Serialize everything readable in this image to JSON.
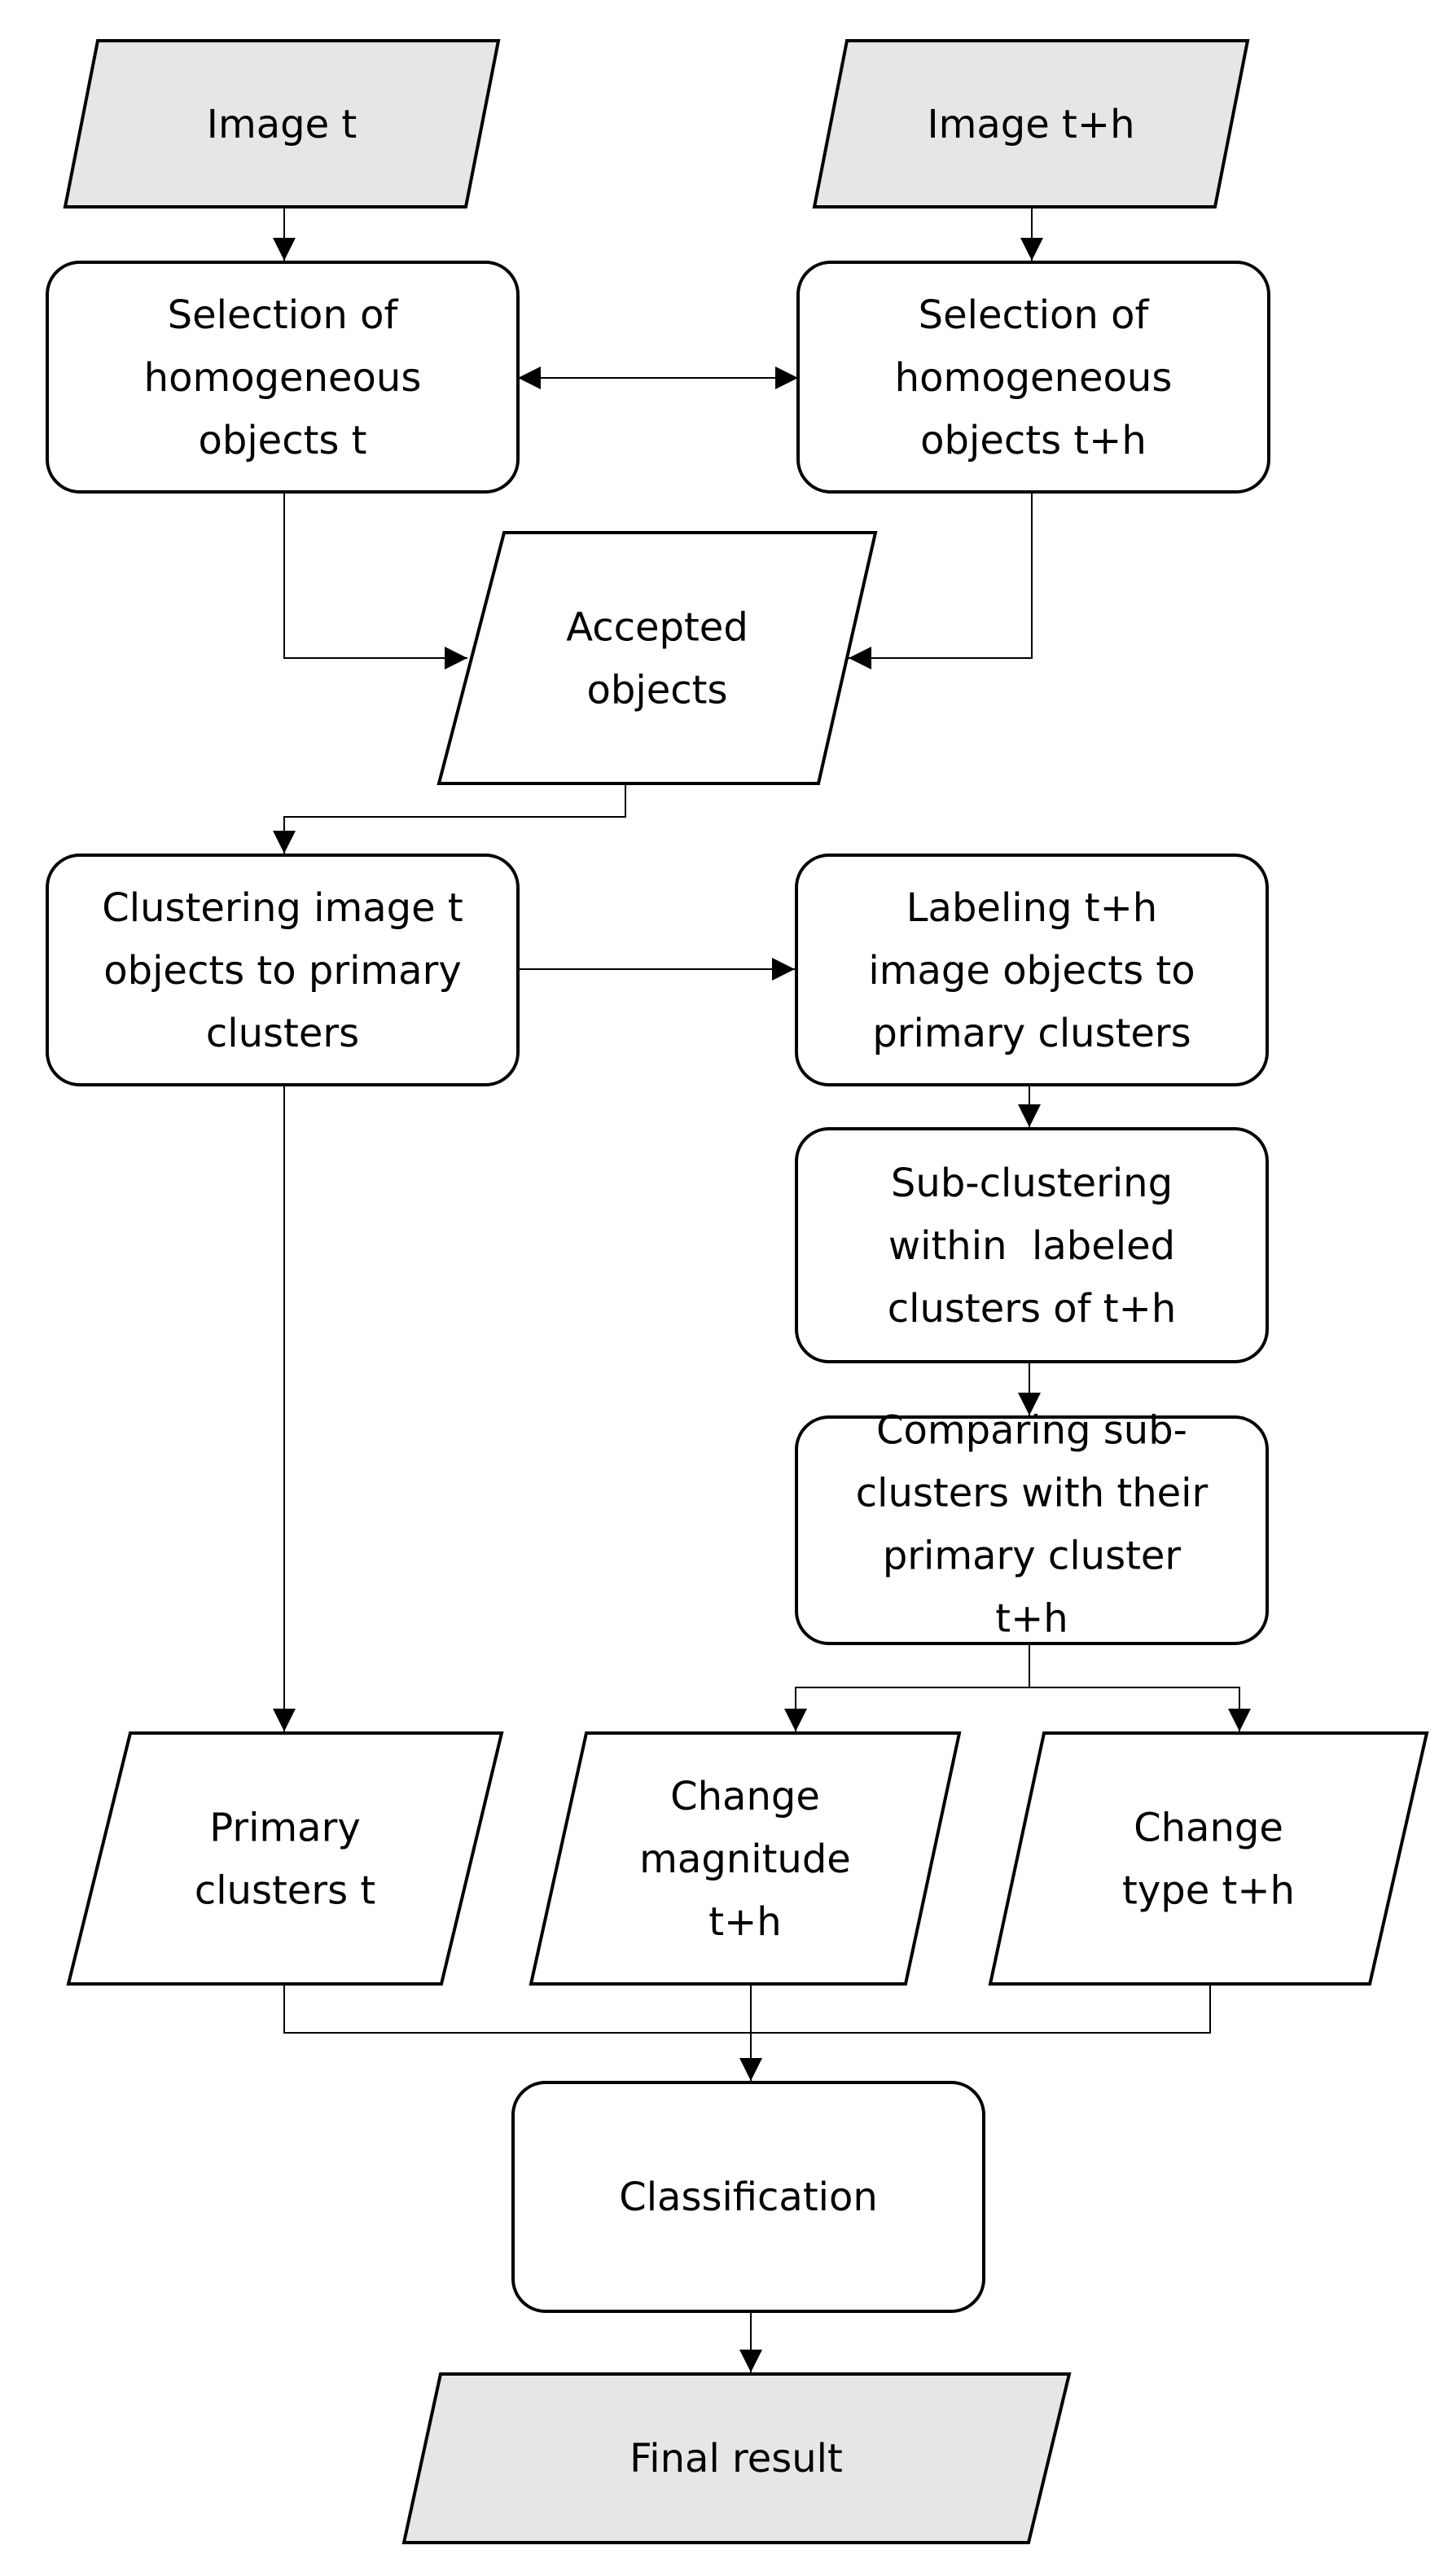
{
  "colors": {
    "terminal_fill": "#e6e6e6",
    "io_fill": "#ffffff",
    "process_fill": "#ffffff",
    "stroke": "#000000"
  },
  "nodes": {
    "image_t": [
      "Image t"
    ],
    "image_th": [
      "Image t+h"
    ],
    "sel_t": [
      "Selection of",
      "homogeneous",
      "objects t"
    ],
    "sel_th": [
      "Selection of",
      "homogeneous",
      "objects t+h"
    ],
    "accepted": [
      "Accepted",
      "objects"
    ],
    "cluster_t": [
      "Clustering image t",
      "objects to primary",
      "clusters"
    ],
    "label_th": [
      "Labeling t+h",
      "image objects to",
      "primary clusters"
    ],
    "subcluster": [
      "Sub-clustering",
      "within  labeled",
      "clusters of t+h"
    ],
    "compare": [
      "Comparing sub-",
      "clusters with their",
      "primary cluster",
      "t+h"
    ],
    "primary_t": [
      "Primary",
      "clusters t"
    ],
    "magnitude": [
      "Change",
      "magnitude",
      "t+h"
    ],
    "type": [
      "Change",
      "type t+h"
    ],
    "classification": [
      "Classification"
    ],
    "final": [
      "Final result"
    ]
  }
}
